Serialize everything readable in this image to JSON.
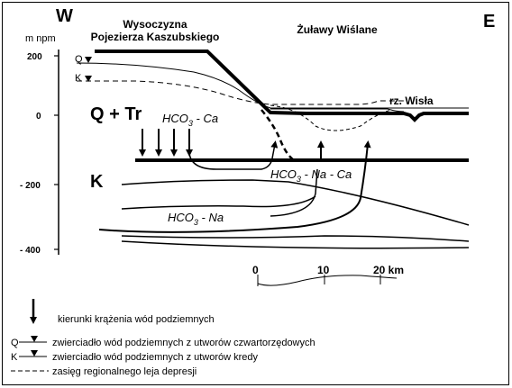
{
  "compass": {
    "west": "W",
    "east": "E"
  },
  "axis": {
    "unit": "m npm",
    "ticks": [
      "200",
      "0",
      "- 200",
      "- 400"
    ]
  },
  "regions": {
    "left_line1": "Wysoczyzna",
    "left_line2": "Pojezierza Kaszubskiego",
    "right": "Żuławy  Wiślane"
  },
  "river": "rz. Wisła",
  "strata": {
    "upper": "Q + Tr",
    "lower": "K"
  },
  "water_table_markers": {
    "q": "Q",
    "k": "K"
  },
  "chemistry": {
    "ca": {
      "main": "HCO",
      "sub": "3",
      "rest": " - Ca"
    },
    "naca": {
      "main": "HCO",
      "sub": "3",
      "rest": " - Na - Ca"
    },
    "na": {
      "main": "HCO",
      "sub": "3",
      "rest": " - Na"
    }
  },
  "scale": {
    "ticks": [
      "0",
      "10",
      "20 km"
    ]
  },
  "legend": {
    "arrow": "kierunki  krążenia  wód  podziemnych",
    "q_marker": "Q",
    "q": "zwierciadło wód podziemnych z utworów czwartorzędowych",
    "k_marker": "K",
    "k": "zwierciadło wód podziemnych z utworów kredy",
    "dash": "zasięg regionalnego leja depresji"
  }
}
